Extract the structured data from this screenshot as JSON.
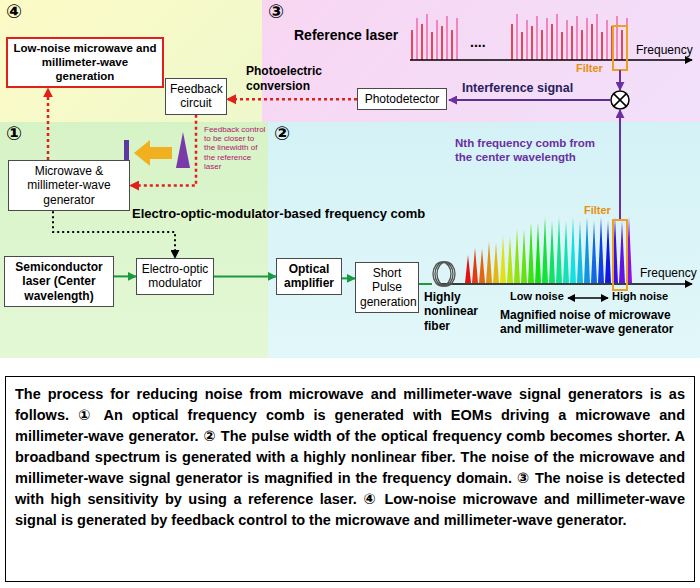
{
  "diagram": {
    "caption": "The process for reducing noise from microwave and millimeter-wave signal generators is as follows. ① An optical frequency comb is generated with EOMs driving a microwave and millimeter-wave generator. ② The pulse width of the optical frequency comb becomes shorter. A broadband spectrum is generated with a highly nonlinear fiber. The noise of the microwave and millimeter-wave signal generator is magnified in the frequency domain. ③ The noise is detected with high sensitivity by using a reference laser. ④ Low-noise microwave and millimeter-wave signal is generated by feedback control to the microwave and millimeter-wave generator.",
    "nodes": [
      {
        "text": [
          "④"
        ]
      },
      {
        "text": [
          "Low-noise microwave and millimeter-wave generation"
        ],
        "in": 0
      },
      {
        "text": [
          "Feedback circuit"
        ],
        "in": 0
      },
      {
        "text": [
          "③"
        ]
      },
      {
        "text": [
          "Photodetector"
        ],
        "in": 3
      },
      {
        "text": [
          "①"
        ]
      },
      {
        "text": [
          "Microwave & millimeter-wave generator"
        ],
        "in": 5
      },
      {
        "text": [
          "Semiconductor laser (Center wavelength)"
        ],
        "in": 5
      },
      {
        "text": [
          "Electro-optic modulator"
        ],
        "in": 5
      },
      {
        "text": [
          "②"
        ]
      },
      {
        "text": [
          "Optical amplifier"
        ],
        "in": 9
      },
      {
        "text": [
          "Short Pulse generation"
        ],
        "in": 9
      }
    ],
    "edges": [
      {
        "from": 4,
        "to": 2,
        "arrow": "to",
        "label": "Photoelectric conversion"
      },
      {
        "from": 2,
        "to": 6,
        "arrow": "to"
      },
      {
        "from": 6,
        "to": 1,
        "arrow": "to"
      },
      {
        "from": 6,
        "to": 8,
        "arrow": "to"
      },
      {
        "from": 7,
        "to": 8,
        "arrow": "to"
      },
      {
        "from": 8,
        "to": 10,
        "arrow": "to"
      },
      {
        "from": 10,
        "to": 11,
        "arrow": "to"
      }
    ],
    "labels": [
      "Reference laser",
      "....",
      "Frequency",
      "Filter",
      "Interference signal",
      "Feedback control to be closer to the linewidth of the reference laser",
      "Electro-optic-modulator-based frequency comb",
      "Nth frequency comb from the center wavelength",
      "Filter",
      "Frequency",
      "Highly nonlinear fiber",
      "Low noise",
      "High noise",
      "Magnified noise of microwave and millimeter-wave generator"
    ]
  }
}
